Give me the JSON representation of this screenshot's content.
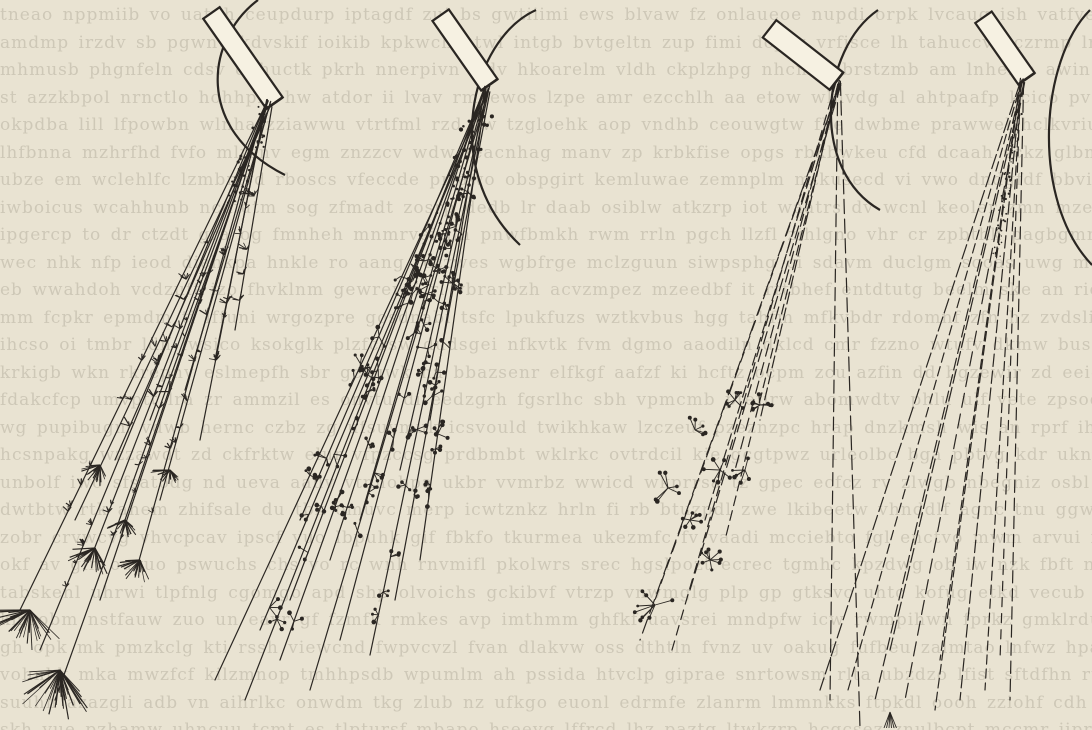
{
  "figure": {
    "type": "scientific illustration (engraving)",
    "panel_count": 4,
    "panels": [
      {
        "id": "panel-1",
        "streaks": "solid with long brush tails",
        "order": 1
      },
      {
        "id": "panel-2",
        "streaks": "solid with branching sparks",
        "order": 2
      },
      {
        "id": "panel-3",
        "streaks": "dashed with sparse sparks",
        "order": 3
      },
      {
        "id": "panel-4",
        "streaks": "dashed, no sparks",
        "order": 4
      }
    ],
    "colors": {
      "paper": "#e9e3d2",
      "ink": "#2a2622",
      "bleed_through": "#b8b2a2"
    }
  }
}
